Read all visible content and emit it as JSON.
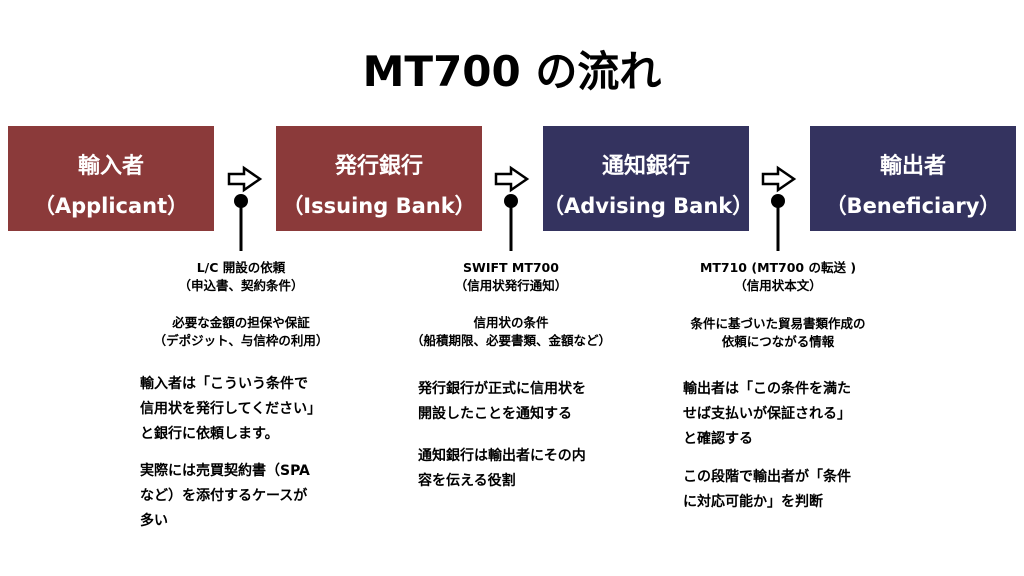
{
  "title": "MT700 の流れ",
  "colors": {
    "party": "#8b3a3a",
    "bank": "#34335f"
  },
  "boxes": [
    {
      "name": "輸入者",
      "en": "（Applicant）"
    },
    {
      "name": "発行銀行",
      "en": "（Issuing Bank）"
    },
    {
      "name": "通知銀行",
      "en": "（Advising Bank）"
    },
    {
      "name": "輸出者",
      "en": "（Beneficiary）"
    }
  ],
  "steps": [
    {
      "label1": "L/C 開設の依頼",
      "label2": "（申込書、契約条件）",
      "label3": "必要な金額の担保や保証",
      "label4": "（デポジット、与信枠の利用）",
      "note1": [
        "輸入者は「こういう条件で",
        "信用状を発行してください」",
        "と銀行に依頼します。"
      ],
      "note2": [
        "実際には売買契約書（SPA",
        "など）を添付するケースが",
        "多い"
      ]
    },
    {
      "label1": "SWIFT MT700",
      "label2": "（信用状発行通知）",
      "label3": "信用状の条件",
      "label4": "（船積期限、必要書類、金額など）",
      "note1": [
        "発行銀行が正式に信用状を",
        "開設したことを通知する"
      ],
      "note2": [
        "通知銀行は輸出者にその内",
        "容を伝える役割"
      ]
    },
    {
      "label1": "MT710 (MT700 の転送 )",
      "label2": "（信用状本文）",
      "label3": "条件に基づいた貿易書類作成の",
      "label4": "依頼につながる情報",
      "note1": [
        "輸出者は「この条件を満た",
        "せば支払いが保証される」",
        "と確認する"
      ],
      "note2": [
        "この段階で輸出者が「条件",
        "に対応可能か」を判断"
      ]
    }
  ]
}
